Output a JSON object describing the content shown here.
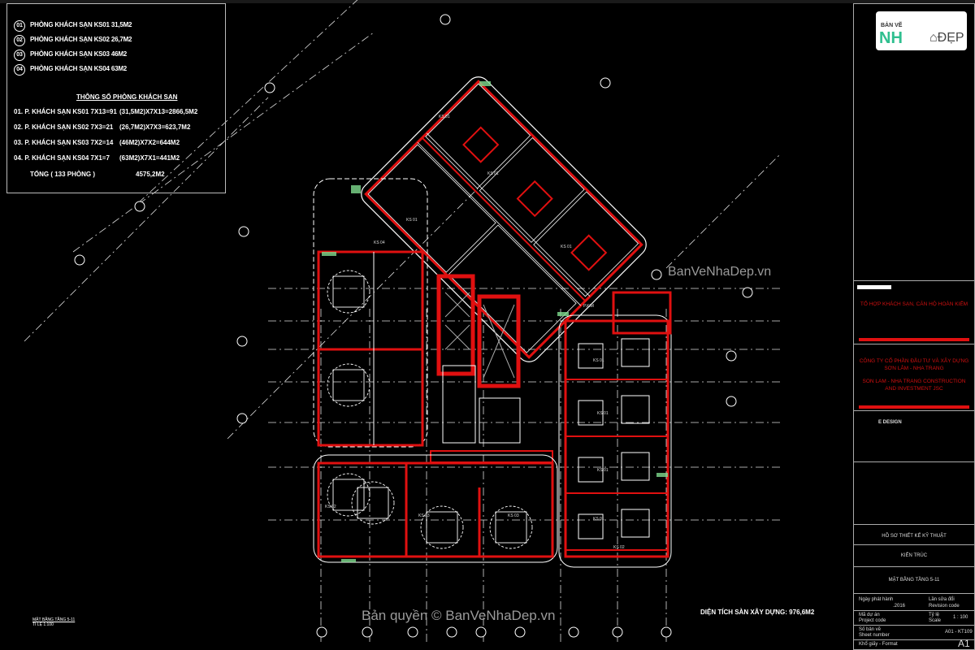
{
  "legend": {
    "rooms": [
      {
        "num": "01",
        "label": "PHÒNG KHÁCH SẠN KS01 31,5M2"
      },
      {
        "num": "02",
        "label": "PHÒNG KHÁCH SẠN KS02 26,7M2"
      },
      {
        "num": "03",
        "label": "PHÒNG KHÁCH SẠN KS03 46M2"
      },
      {
        "num": "04",
        "label": "PHÒNG KHÁCH SẠN KS04 63M2"
      }
    ],
    "stats_title": "THÔNG SỐ PHÒNG KHÁCH SẠN",
    "stats": [
      {
        "label": "01.  P. KHÁCH SẠN KS01 7X13=91",
        "value": "(31,5M2)X7X13=2866,5M2"
      },
      {
        "label": "02.  P. KHÁCH SẠN KS02 7X3=21",
        "value": "(26,7M2)X7X3=623,7M2"
      },
      {
        "label": "03.  P. KHÁCH SẠN KS03 7X2=14",
        "value": "(46M2)X7X2=644M2"
      },
      {
        "label": "04.  P. KHÁCH SẠN KS04 7X1=7",
        "value": "(63M2)X7X1=441M2"
      }
    ],
    "total_label": "TỔNG ( 133 PHÒNG )",
    "total_value": "4575,2M2"
  },
  "plan": {
    "room_tags": [
      "KS 01",
      "KS 02",
      "KS 03",
      "KS 04"
    ],
    "stair_tag": "P.KIM",
    "area_note": "DIỆN TÍCH SÀN XÂY DỰNG: 976,6M2",
    "drawing_label": "MẶT BẰNG TẦNG 5-11",
    "drawing_scale": "TỈ LỆ 1:100"
  },
  "title_block": {
    "logo": "BẢN VẼ NHÀ ĐẸP",
    "project": "TỔ HỢP KHÁCH SẠN, CĂN HỘ HOÀN KIẾM",
    "company_vn_1": "CÔNG TY CỔ PHẦN ĐẦU TƯ VÀ XÂY DỰNG",
    "company_vn_2": "SƠN LÂM - NHA TRANG",
    "company_en_1": "SON LAM - NHA TRANG CONSTRUCTION",
    "company_en_2": "AND INVESTMENT JSC",
    "designer": "E DESIGN",
    "stage": "HỒ SƠ THIẾT KẾ KỸ THUẬT",
    "discipline": "KIẾN TRÚC",
    "sheet_title": "MẶT BẰNG TẦNG 5-11",
    "issue_date_label": "Ngày phát hành",
    "issue_date": ".2016",
    "revision_label": "Lần sửa đổi",
    "revision_label_en": "Revision code",
    "project_code_label": "Mã dự án",
    "project_code_label_en": "Project code",
    "scale_label": "Tỷ lệ",
    "scale_label_en": "Scale",
    "scale": "1 : 100",
    "sheet_number_label": "Số bản vẽ",
    "sheet_number_label_en": "Sheet number",
    "sheet_number": "A01 - KT109",
    "format_label": "Khổ giấy - Format",
    "format": "A1"
  },
  "watermarks": {
    "side": "BanVeNhaDep.vn",
    "bottom": "Bản quyền © BanVeNhaDep.vn"
  },
  "colors": {
    "background": "#000000",
    "wall": "#e01010",
    "line": "#ffffff",
    "glass": "#7fdc8f"
  }
}
